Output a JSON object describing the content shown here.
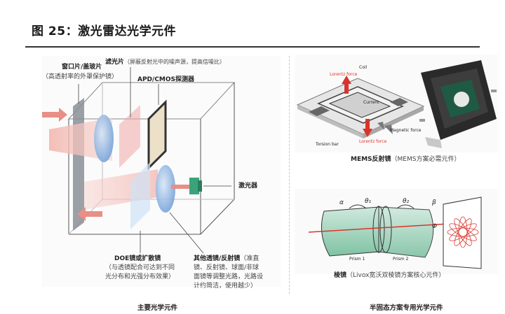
{
  "title": "图 25：激光雷达光学元件",
  "left_panel": {
    "labels": {
      "window_bold": "窗口片/盖玻片",
      "window_sub": "（高透射率的外罩保护镜）",
      "filter_bold": "滤光片",
      "filter_sub": "（屏蔽反射光中的噪声源，提高信噪比）",
      "apd": "APD/CMOS探测器",
      "laser": "激光器",
      "doe_bold": "DOE镜或扩散镜",
      "doe_l1": "（与透镜配合可达到不同",
      "doe_l2": "光分布和光强分布效果）",
      "other_bold": "其他透镜/反射镜",
      "other_l1": "（准直",
      "other_l2": "镜、反射镜、球面/非球",
      "other_l3": "面镜等调整光路，光路设",
      "other_l4": "计约简洁，使用越少）"
    },
    "caption": "主要光学元件"
  },
  "right_panel": {
    "mems": {
      "coil": "Coil",
      "lorentz_top": "Lorentz force",
      "lorentz_bottom": "Lorentz force",
      "current": "Current",
      "magnetic": "Magnetic force",
      "torsion": "Torsion bar",
      "caption_bold": "MEMS反射镜",
      "caption_sub": "（MEMS方案必需元件）"
    },
    "prism": {
      "alpha": "α",
      "theta1": "θ₁",
      "theta2": "θ₂",
      "beta": "β",
      "phi": "Φ",
      "prism1": "Prism 1",
      "prism2": "Prism 2",
      "caption_bold": "棱镜",
      "caption_sub": "（Livox宽沃双棱镜方案核心元件）"
    },
    "caption": "半固态方案专用光学元件"
  }
}
